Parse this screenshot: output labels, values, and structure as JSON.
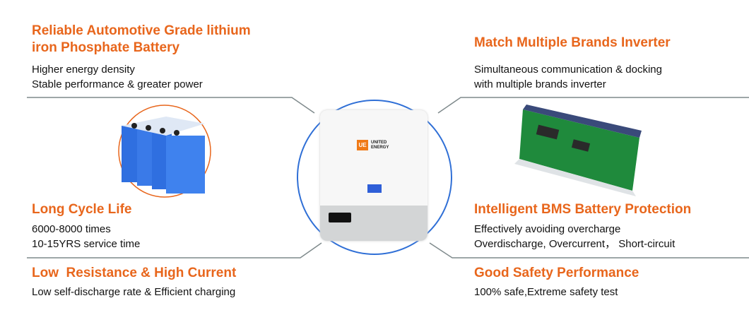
{
  "features": [
    {
      "title": "Reliable Automotive Grade lithium iron Phosphate Battery",
      "title_lines": [
        "Reliable Automotive Grade lithium",
        "iron Phosphate Battery"
      ],
      "lines": [
        "Higher energy density",
        "Stable performance & greater power"
      ]
    },
    {
      "title": "Match Multiple Brands Inverter",
      "lines": [
        "Simultaneous communication & docking",
        "with multiple brands inverter"
      ]
    },
    {
      "title": "Long Cycle Life",
      "lines": [
        "6000-8000 times",
        "10-15YRS service time"
      ]
    },
    {
      "title": "Intelligent BMS Battery Protection",
      "lines": [
        "Effectively avoiding overcharge",
        "Overdischarge, Overcurrent， Short-circuit"
      ]
    },
    {
      "title": "Low  Resistance & High Current",
      "lines": [
        "Low self-discharge rate & Efficient charging"
      ]
    },
    {
      "title": "Good Safety Performance",
      "lines": [
        "100% safe,Extreme safety test"
      ]
    }
  ],
  "product": {
    "logo_mark": "UE",
    "brand_line1": "UNITED",
    "brand_line2": "ENERGY"
  },
  "colors": {
    "accent": "#e8661c",
    "circle": "#2f6fd6",
    "lines": "#7f8a8c"
  }
}
